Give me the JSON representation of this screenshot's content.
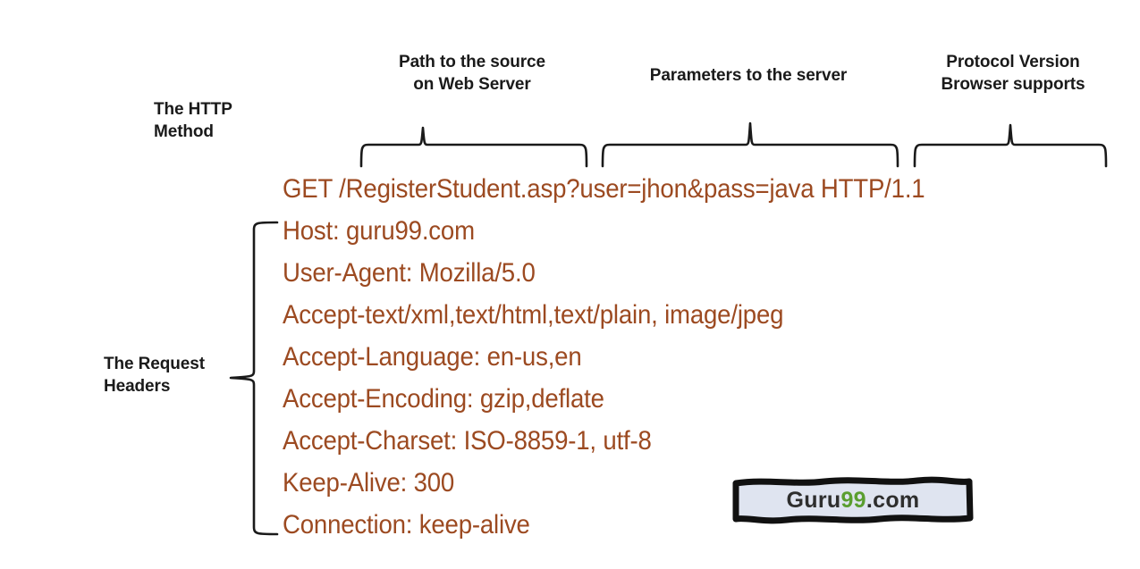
{
  "annotations": {
    "method": "The HTTP\nMethod",
    "path": "Path to the source\non Web Server",
    "params": "Parameters to the server",
    "protocol": "Protocol Version\nBrowser supports",
    "request_headers": "The Request\nHeaders"
  },
  "request": {
    "request_line": "GET /RegisterStudent.asp?user=jhon&pass=java HTTP/1.1",
    "headers": [
      "Host: guru99.com",
      "User-Agent: Mozilla/5.0",
      "Accept-text/xml,text/html,text/plain, image/jpeg",
      "Accept-Language: en-us,en",
      "Accept-Encoding: gzip,deflate",
      "Accept-Charset: ISO-8859-1, utf-8",
      "Keep-Alive: 300",
      "Connection: keep-alive"
    ]
  },
  "watermark": {
    "part1": "Guru",
    "part2": "99",
    "part3": ".com"
  },
  "colors": {
    "request_text": "#9c4a21",
    "label_text": "#1a1a1a",
    "brace_stroke": "#1a1a1a",
    "watermark_fill": "#dfe4f0",
    "watermark_border": "#111111",
    "watermark_green": "#5a9e2f",
    "watermark_dark": "#2e2e2e",
    "background": "#ffffff"
  }
}
